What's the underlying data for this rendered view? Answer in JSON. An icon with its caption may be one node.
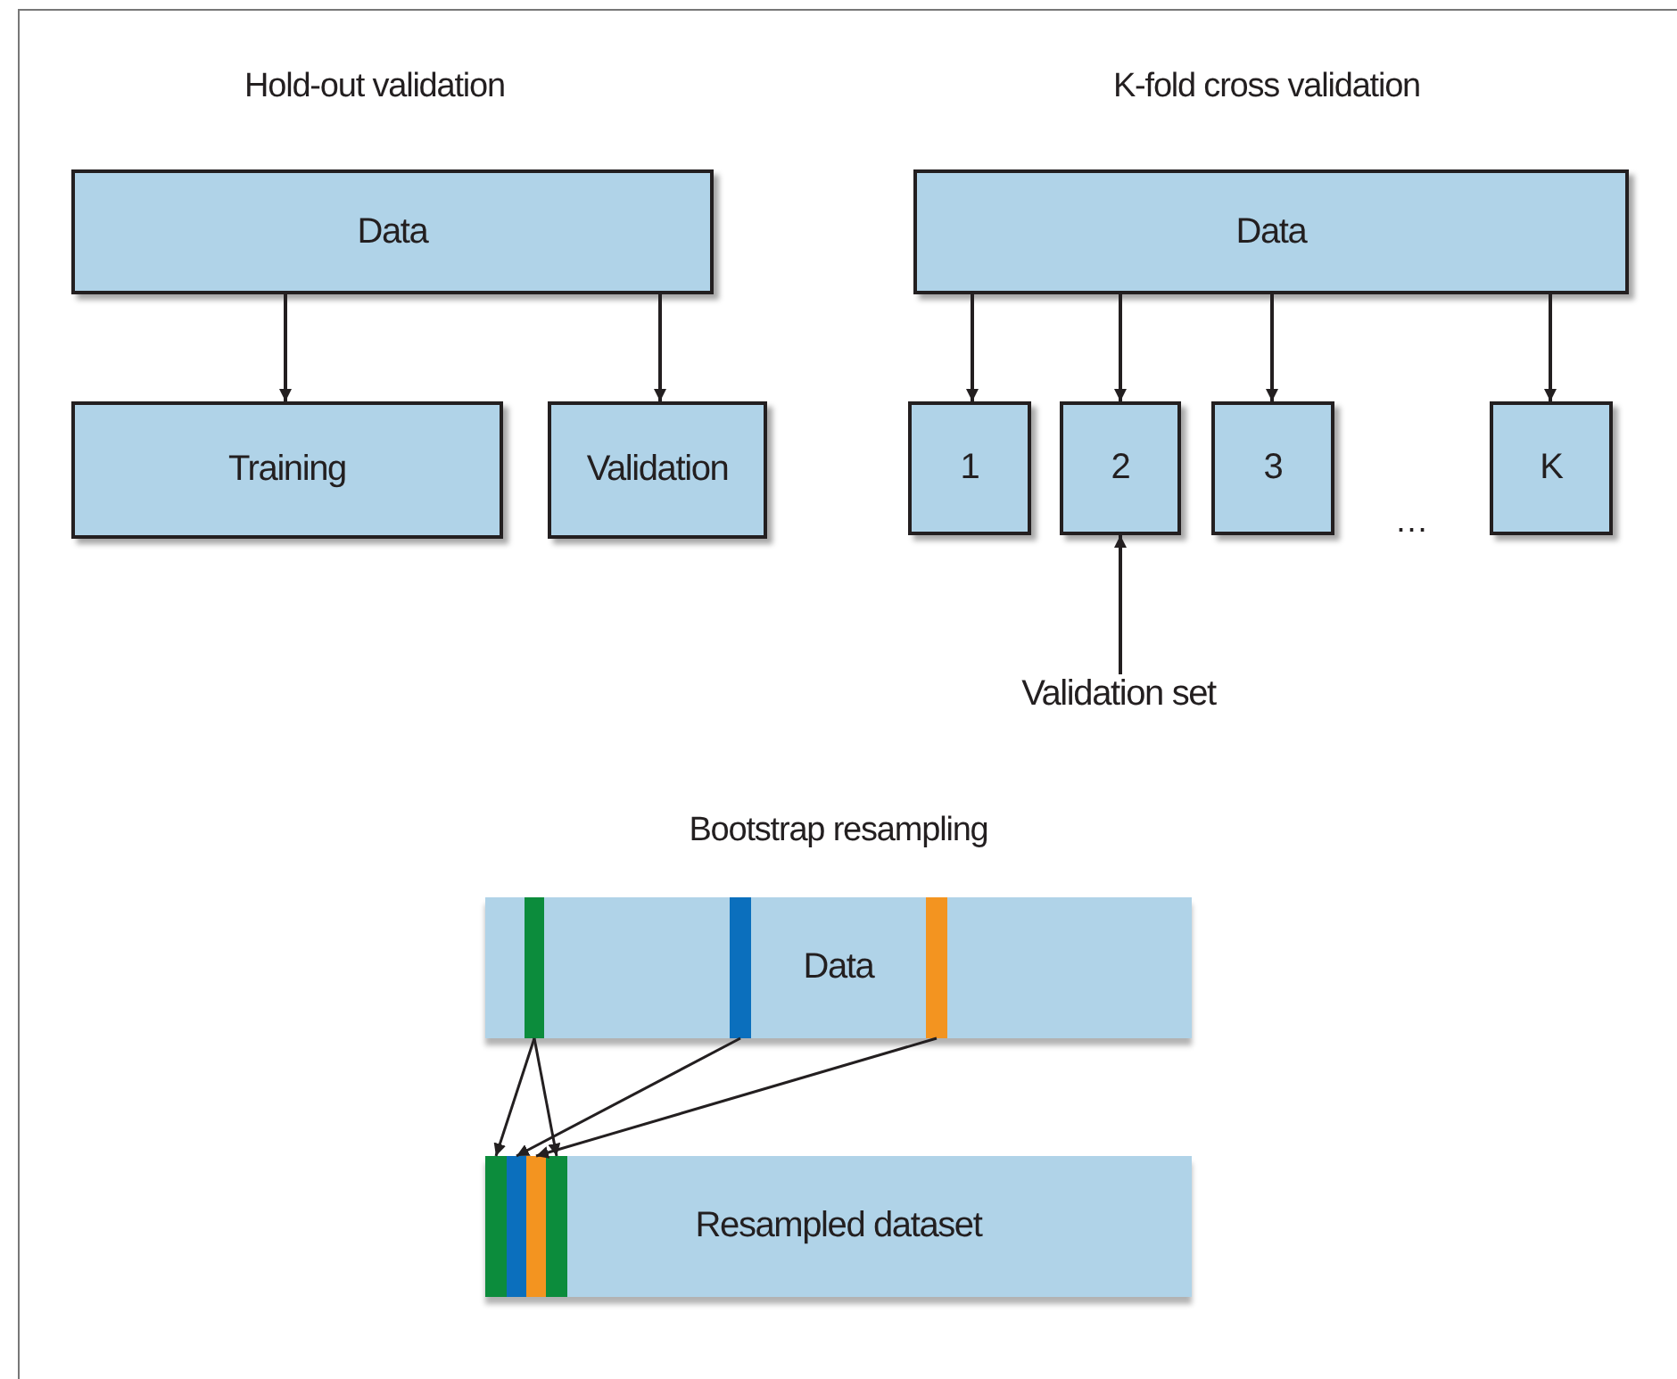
{
  "diagram": {
    "nodes": [
      {
        "text": [
          "Data"
        ]
      },
      {
        "text": [
          "Training"
        ]
      },
      {
        "text": [
          "Validation"
        ]
      },
      {
        "text": [
          "Data"
        ]
      },
      {
        "text": [
          "1"
        ]
      },
      {
        "text": [
          "2"
        ]
      },
      {
        "text": [
          "3"
        ]
      },
      {
        "text": [
          "K"
        ]
      },
      {
        "text": [
          "Validation set"
        ]
      },
      {
        "text": [
          "Data"
        ]
      },
      {
        "text": [],
        "shape": "bar",
        "in": 9
      },
      {
        "text": [],
        "shape": "bar",
        "in": 9
      },
      {
        "text": [],
        "shape": "bar",
        "in": 9
      },
      {
        "text": [
          "Resampled dataset"
        ]
      },
      {
        "text": [],
        "shape": "bar",
        "in": 13
      },
      {
        "text": [],
        "shape": "bar",
        "in": 13
      },
      {
        "text": [],
        "shape": "bar",
        "in": 13
      },
      {
        "text": [],
        "shape": "bar",
        "in": 13
      }
    ],
    "edges": [
      {
        "from": 0,
        "to": 1,
        "arrow": "to"
      },
      {
        "from": 0,
        "to": 2,
        "arrow": "to"
      },
      {
        "from": 3,
        "to": 4,
        "arrow": "to"
      },
      {
        "from": 3,
        "to": 5,
        "arrow": "to"
      },
      {
        "from": 3,
        "to": 6,
        "arrow": "to"
      },
      {
        "from": 3,
        "to": 7,
        "arrow": "to"
      },
      {
        "from": 8,
        "to": 5,
        "arrow": "to"
      },
      {
        "from": 10,
        "to": 14,
        "arrow": "to"
      },
      {
        "from": 10,
        "to": 17,
        "arrow": "to"
      },
      {
        "from": 11,
        "to": 15,
        "arrow": "to"
      },
      {
        "from": 12,
        "to": 16,
        "arrow": "to"
      }
    ],
    "labels": [
      "Hold-out validation",
      "K-fold cross validation",
      "…",
      "Bootstrap resampling"
    ]
  }
}
